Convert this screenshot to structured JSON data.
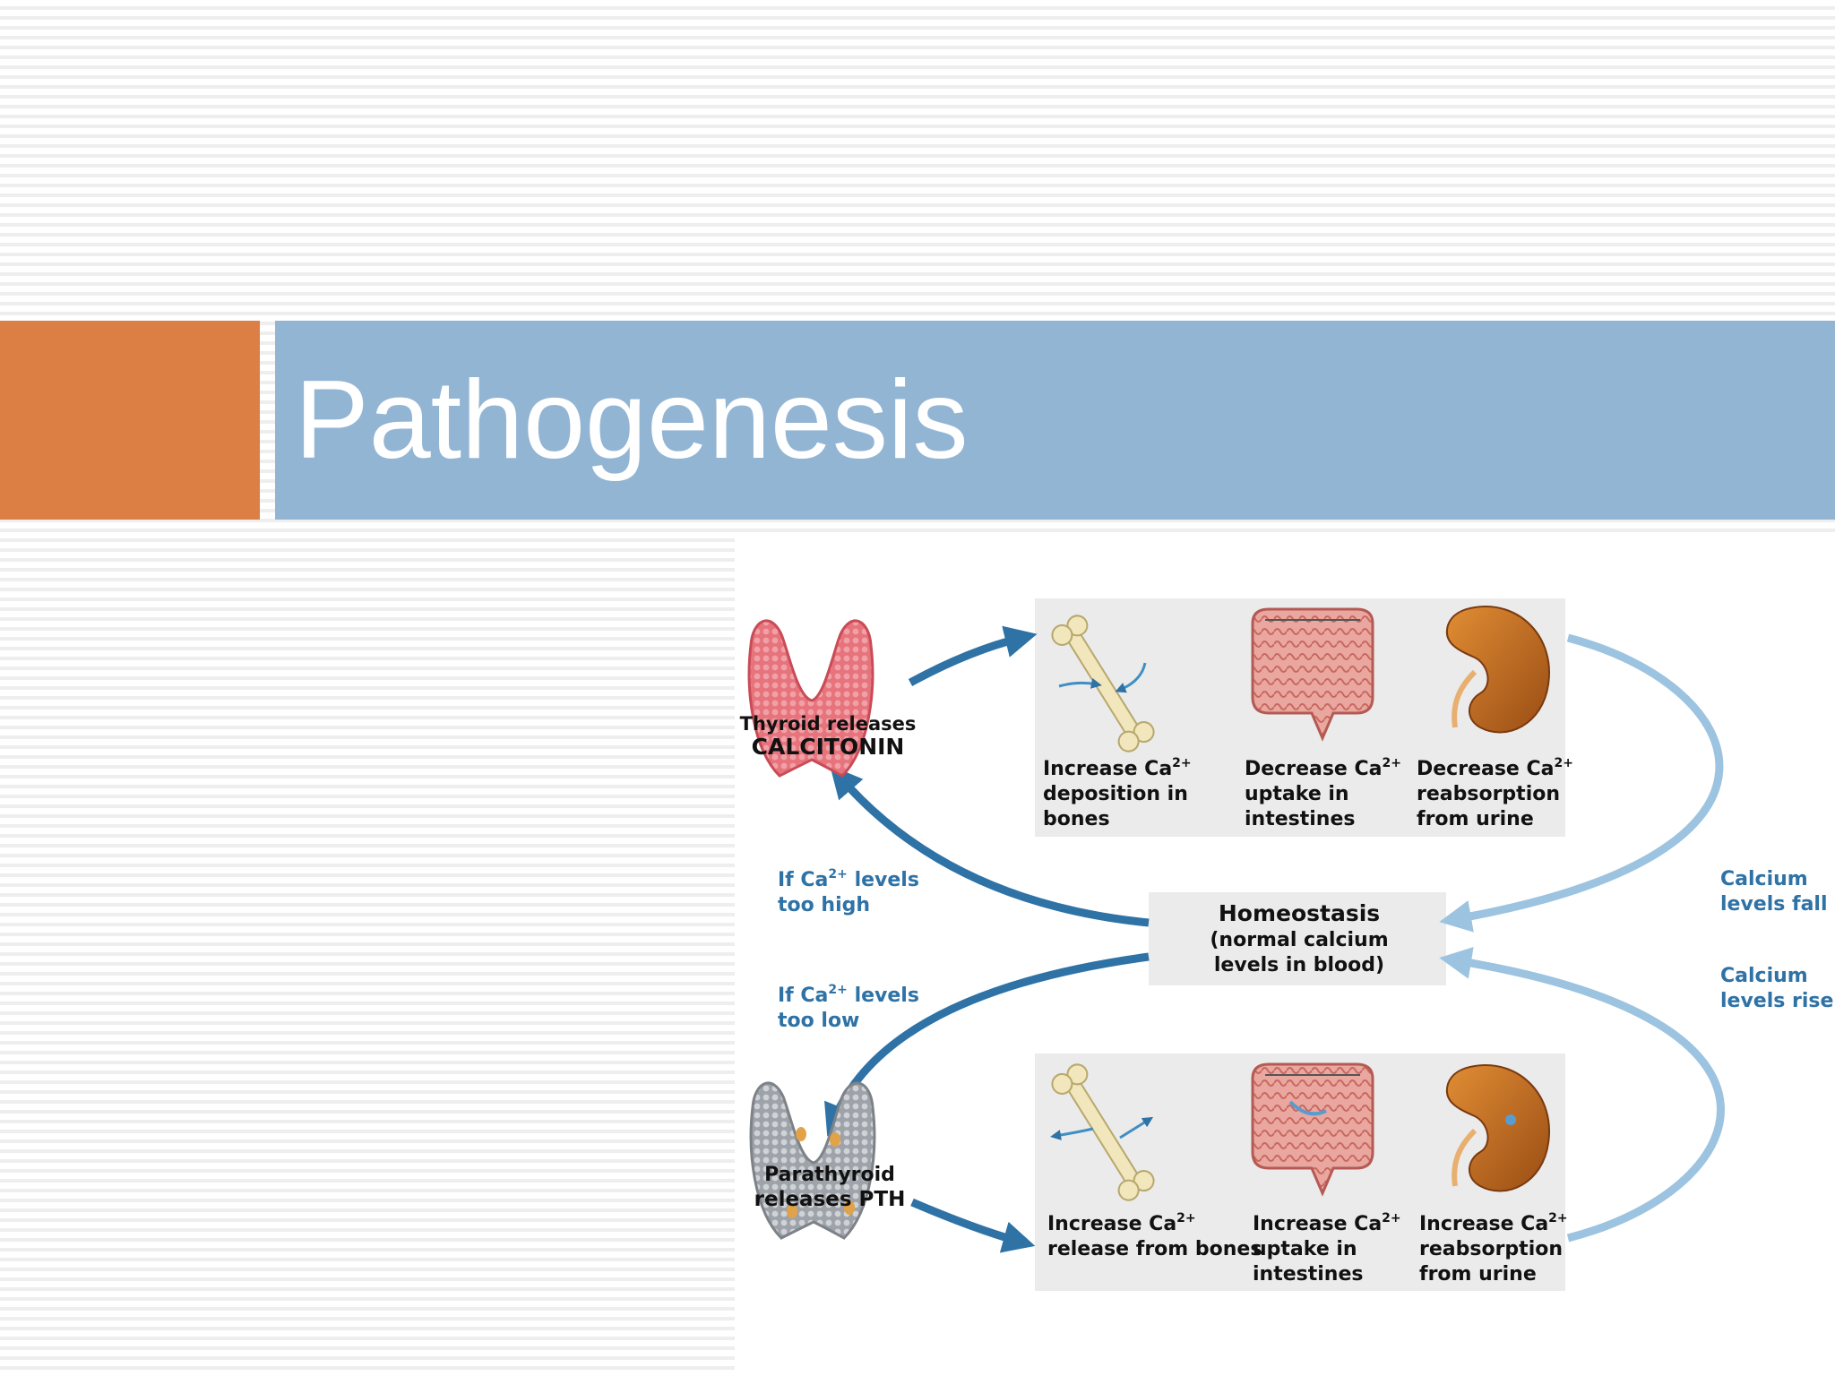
{
  "slide": {
    "title": "Pathogenesis",
    "colors": {
      "accent_orange": "#db7f45",
      "title_bar_blue": "#93b5d4",
      "flow_blue": "#2e72a6",
      "light_arrow_blue": "#9cc3e0"
    }
  },
  "diagram": {
    "thyroid": {
      "line1": "Thyroid releases",
      "line2": "CALCITONIN"
    },
    "parathyroid": {
      "line1": "Parathyroid",
      "line2": "releases PTH"
    },
    "homeostasis": {
      "line1": "Homeostasis",
      "line2": "(normal calcium",
      "line3": "levels in blood)"
    },
    "too_high": {
      "line1_pre": "If Ca",
      "sup": "2+",
      "line1_post": " levels",
      "line2": "too high"
    },
    "too_low": {
      "line1_pre": "If Ca",
      "sup": "2+",
      "line1_post": " levels",
      "line2": "too low"
    },
    "calcium_fall": {
      "line1": "Calcium",
      "line2": "levels fall"
    },
    "calcium_rise": {
      "line1": "Calcium",
      "line2": "levels rise"
    },
    "top_effects": [
      {
        "icon": "bone-icon",
        "line1_pre": "Increase Ca",
        "sup": "2+",
        "line2": "deposition in",
        "line3": "bones"
      },
      {
        "icon": "intestine-icon",
        "line1_pre": "Decrease Ca",
        "sup": "2+",
        "line2": "uptake in",
        "line3": "intestines"
      },
      {
        "icon": "kidney-icon",
        "line1_pre": "Decrease Ca",
        "sup": "2+",
        "line2": "reabsorption",
        "line3": "from urine"
      }
    ],
    "bottom_effects": [
      {
        "icon": "bone-icon",
        "line1_pre": "Increase Ca",
        "sup": "2+",
        "line2": "release from bones",
        "line3": ""
      },
      {
        "icon": "intestine-icon",
        "line1_pre": "Increase Ca",
        "sup": "2+",
        "line2": "uptake in",
        "line3": "intestines"
      },
      {
        "icon": "kidney-icon",
        "line1_pre": "Increase Ca",
        "sup": "2+",
        "line2": "reabsorption",
        "line3": "from urine"
      }
    ]
  }
}
